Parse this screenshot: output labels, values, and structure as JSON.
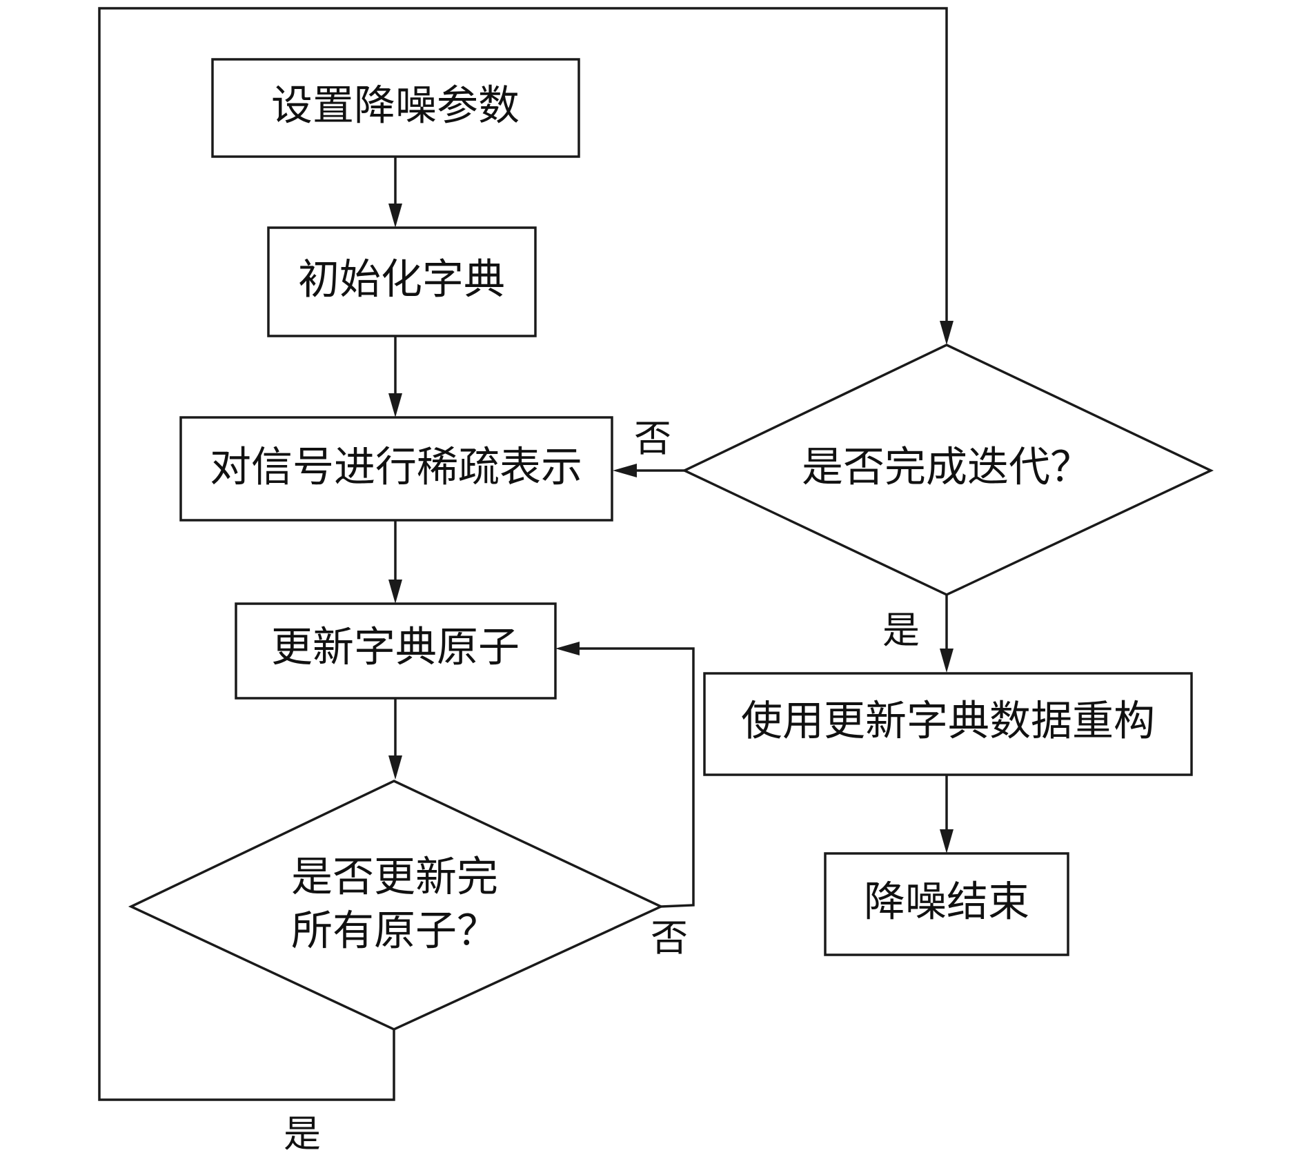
{
  "nodes": {
    "set_params": "设置降噪参数",
    "init_dict": "初始化字典",
    "sparse_rep": "对信号进行稀疏表示",
    "update_atoms": "更新字典原子",
    "all_atoms_updated": [
      "是否更新完",
      "所有原子？"
    ],
    "iteration_done": "是否完成迭代？",
    "reconstruct": "使用更新字典数据重构",
    "denoise_end": "降噪结束"
  },
  "edge_labels": {
    "iter_no": "否",
    "iter_yes": "是",
    "atoms_no": "否",
    "atoms_yes": "是"
  }
}
